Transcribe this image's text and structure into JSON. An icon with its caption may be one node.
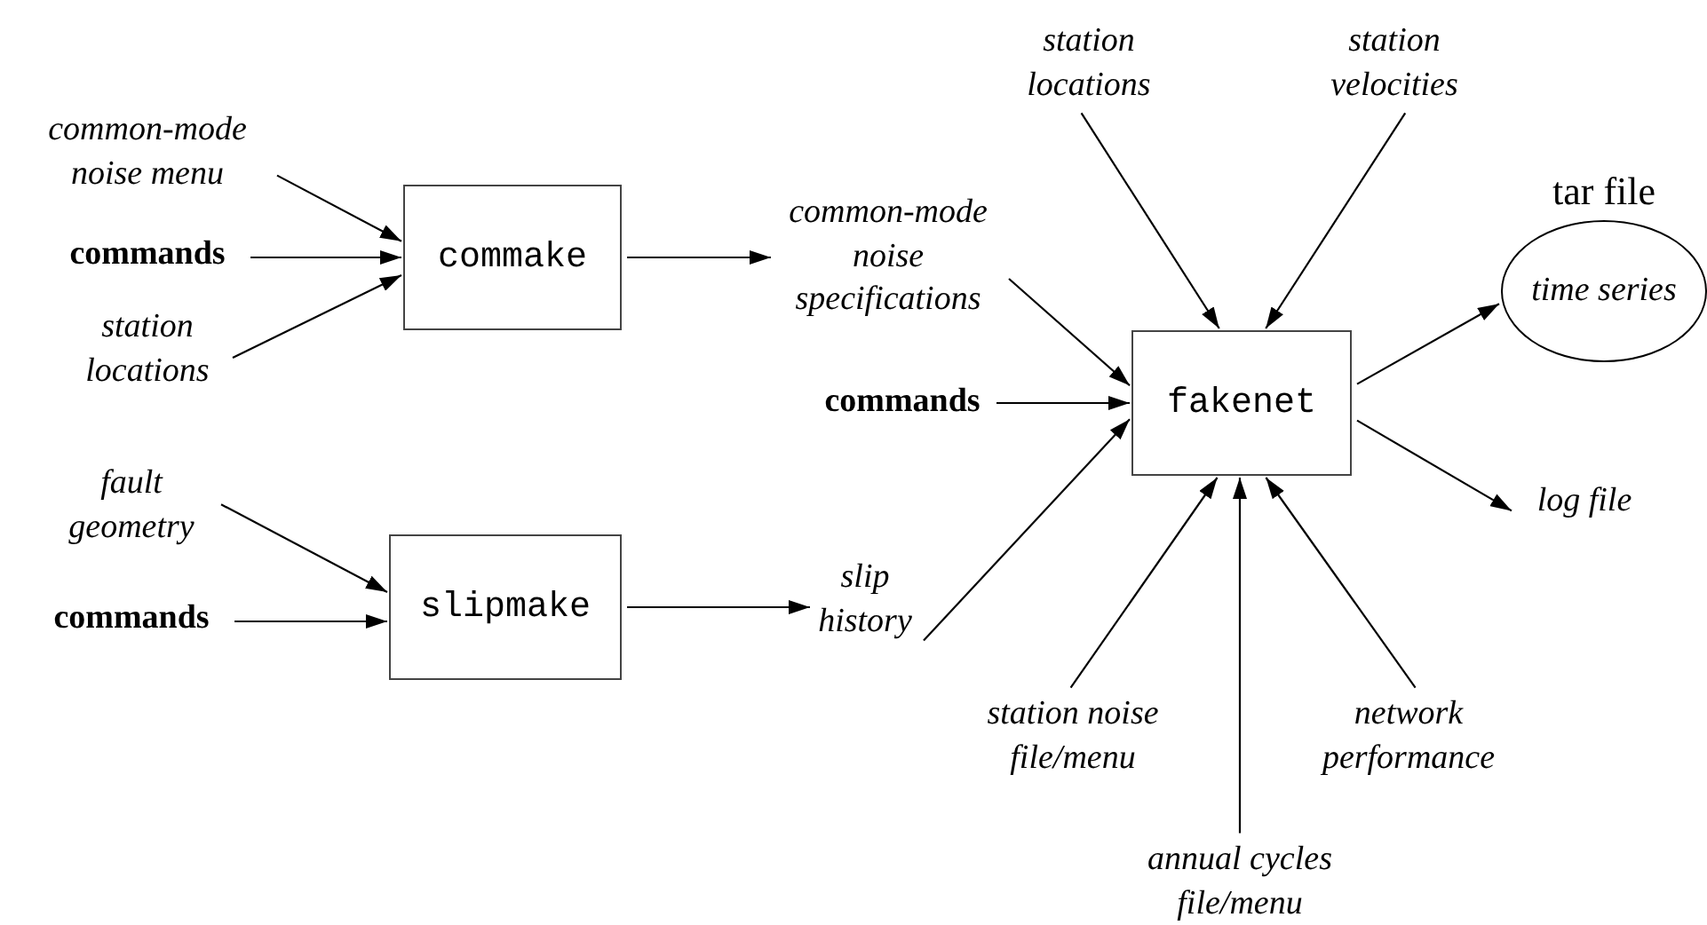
{
  "diagram": {
    "nodes": [
      {
        "text": [
          "common-mode noise menu"
        ]
      },
      {
        "text": [
          "commands"
        ]
      },
      {
        "text": [
          "station locations"
        ]
      },
      {
        "text": [
          "commake"
        ]
      },
      {
        "text": [
          "common-mode noise specifications"
        ]
      },
      {
        "text": [
          "fault geometry"
        ]
      },
      {
        "text": [
          "commands"
        ]
      },
      {
        "text": [
          "slipmake"
        ]
      },
      {
        "text": [
          "slip history"
        ]
      },
      {
        "text": [
          "station locations"
        ]
      },
      {
        "text": [
          "station velocities"
        ]
      },
      {
        "text": [
          "tar file",
          "time series"
        ]
      },
      {
        "text": [
          "commands"
        ]
      },
      {
        "text": [
          "fakenet"
        ]
      },
      {
        "text": [
          "log file"
        ]
      },
      {
        "text": [
          "station noise file/menu"
        ]
      },
      {
        "text": [
          "network performance"
        ]
      },
      {
        "text": [
          "annual cycles file/menu"
        ]
      }
    ],
    "edges": [
      {
        "from": 0,
        "to": 3,
        "arrow": "to"
      },
      {
        "from": 1,
        "to": 3,
        "arrow": "to"
      },
      {
        "from": 2,
        "to": 3,
        "arrow": "to"
      },
      {
        "from": 3,
        "to": 4,
        "arrow": "to"
      },
      {
        "from": 5,
        "to": 7,
        "arrow": "to"
      },
      {
        "from": 6,
        "to": 7,
        "arrow": "to"
      },
      {
        "from": 7,
        "to": 8,
        "arrow": "to"
      },
      {
        "from": 4,
        "to": 13,
        "arrow": "to"
      },
      {
        "from": 9,
        "to": 13,
        "arrow": "to"
      },
      {
        "from": 10,
        "to": 13,
        "arrow": "to"
      },
      {
        "from": 12,
        "to": 13,
        "arrow": "to"
      },
      {
        "from": 8,
        "to": 13,
        "arrow": "to"
      },
      {
        "from": 15,
        "to": 13,
        "arrow": "to"
      },
      {
        "from": 17,
        "to": 13,
        "arrow": "to"
      },
      {
        "from": 16,
        "to": 13,
        "arrow": "to"
      },
      {
        "from": 13,
        "to": 11,
        "arrow": "to"
      },
      {
        "from": 13,
        "to": 14,
        "arrow": "to"
      }
    ]
  }
}
